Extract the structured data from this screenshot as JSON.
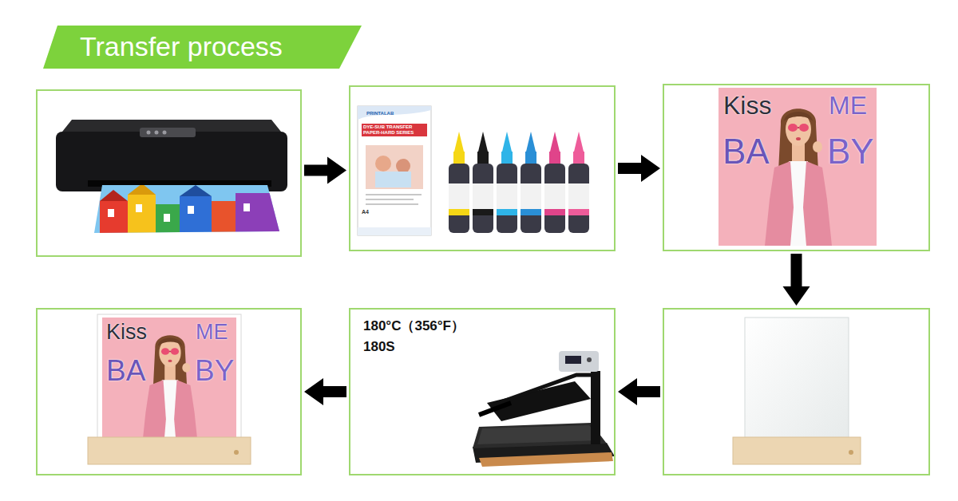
{
  "diagram": {
    "title": "Transfer process",
    "nodes": [
      {
        "text": []
      },
      {
        "text": [
          "PRINTALAB",
          "DYE-SUB TRANSFER PAPER-HARD SERIES",
          "A4"
        ]
      },
      {
        "text": [
          "Kiss",
          "ME",
          "BA",
          "BY"
        ]
      },
      {
        "text": []
      },
      {
        "text": [
          "180°C（356°F）",
          "180S"
        ]
      },
      {
        "text": [
          "Kiss",
          "ME",
          "BA",
          "BY"
        ]
      }
    ],
    "edges": [
      {
        "from": 0,
        "to": 1,
        "arrow": "to"
      },
      {
        "from": 1,
        "to": 2,
        "arrow": "to"
      },
      {
        "from": 2,
        "to": 3,
        "arrow": "to"
      },
      {
        "from": 3,
        "to": 4,
        "arrow": "to"
      },
      {
        "from": 4,
        "to": 5,
        "arrow": "to"
      }
    ]
  }
}
